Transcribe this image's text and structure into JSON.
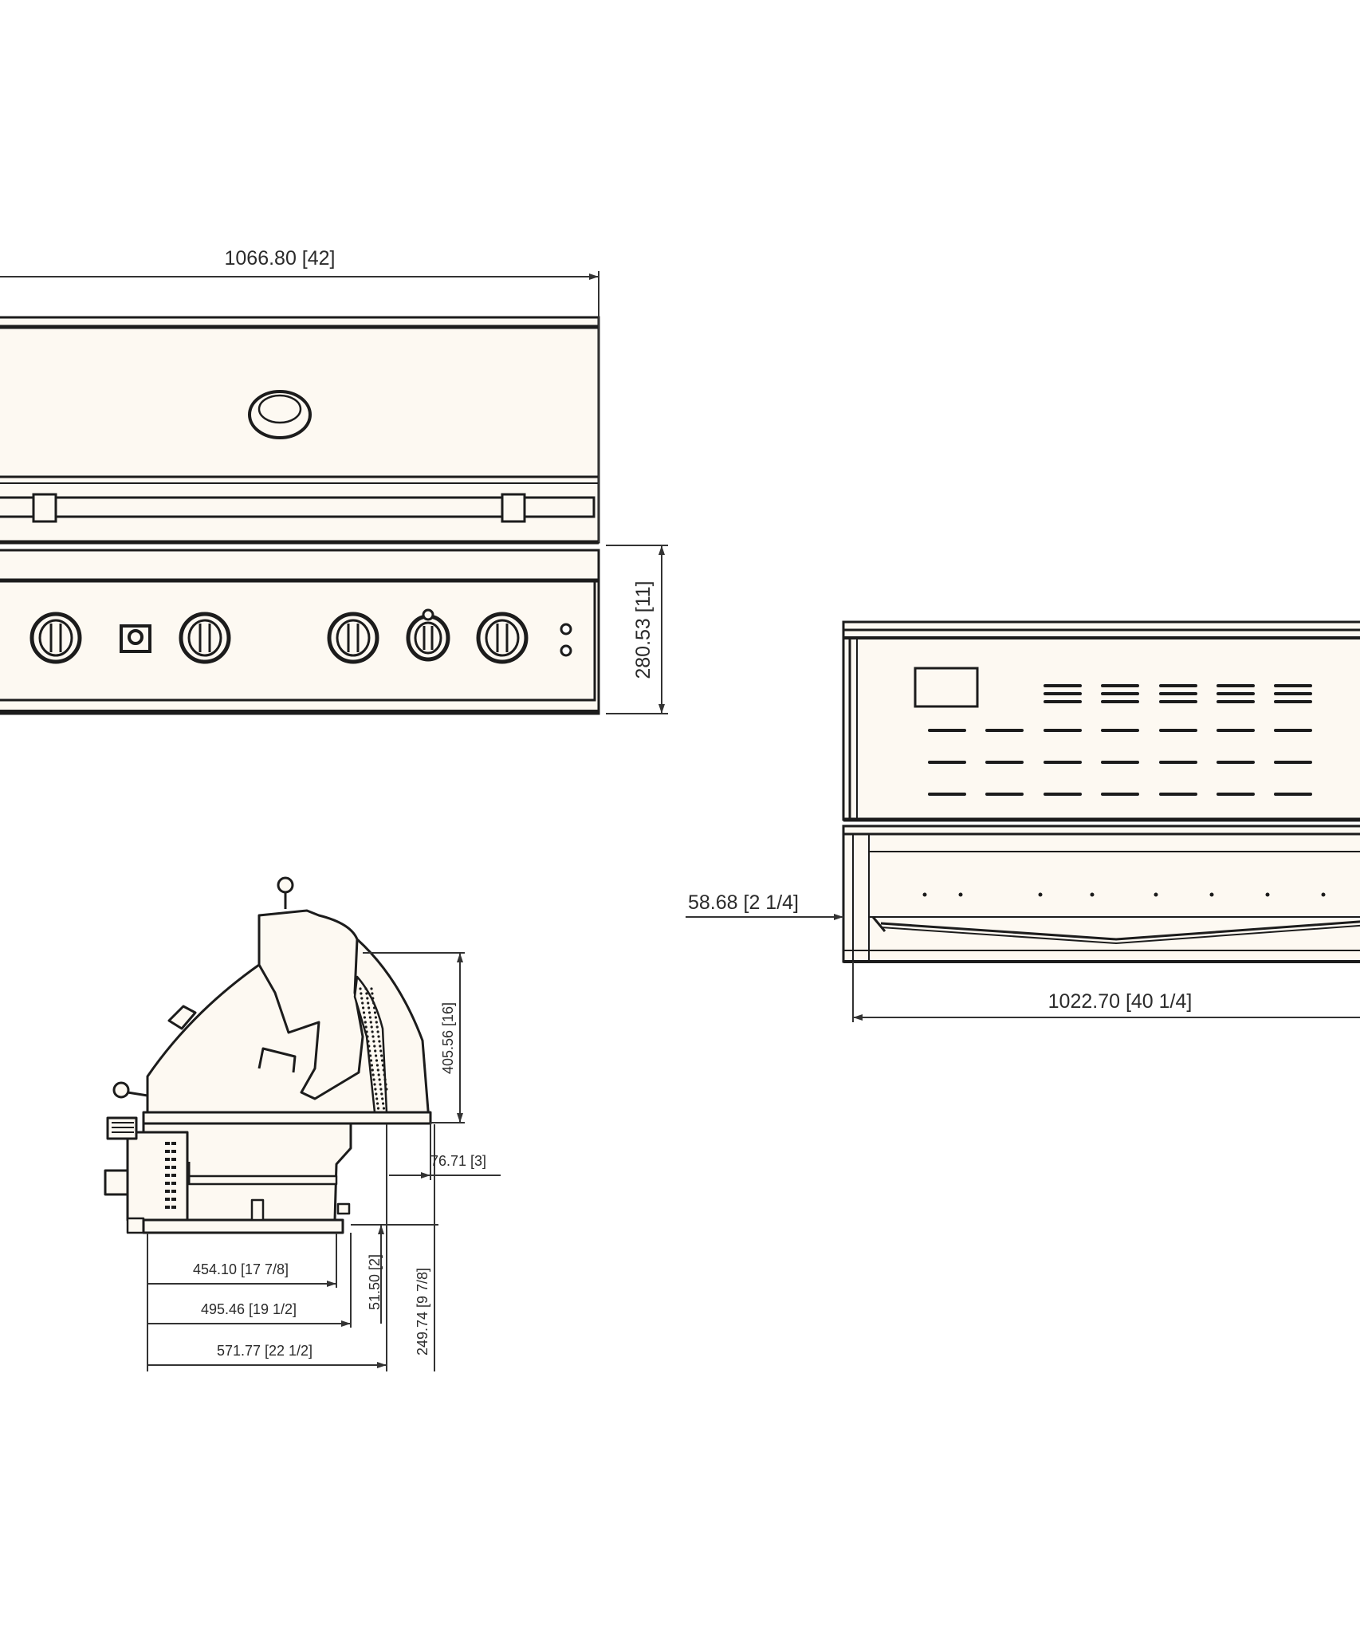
{
  "colors": {
    "fill": "#fdf9f2",
    "line": "#1c1c1c",
    "dim_line": "#333333",
    "background": "#ffffff"
  },
  "front_view": {
    "width_label": "1066.80 [42]",
    "control_height_label": "280.53 [11]"
  },
  "rear_view": {
    "depth_offset_label": "58.68 [2 1/4]",
    "width_label": "1022.70 [40 1/4]"
  },
  "side_view": {
    "hood_height_label": "405.56 [16]",
    "lip_label": "76.71 [3]",
    "cutout_depth_label": "454.10 [17 7/8]",
    "body_depth_label": "495.46 [19 1/2]",
    "overall_depth_label": "571.77 [22 1/2]",
    "front_drop_label": "51.50 [2]",
    "body_height_label": "249.74 [9 7/8]"
  }
}
